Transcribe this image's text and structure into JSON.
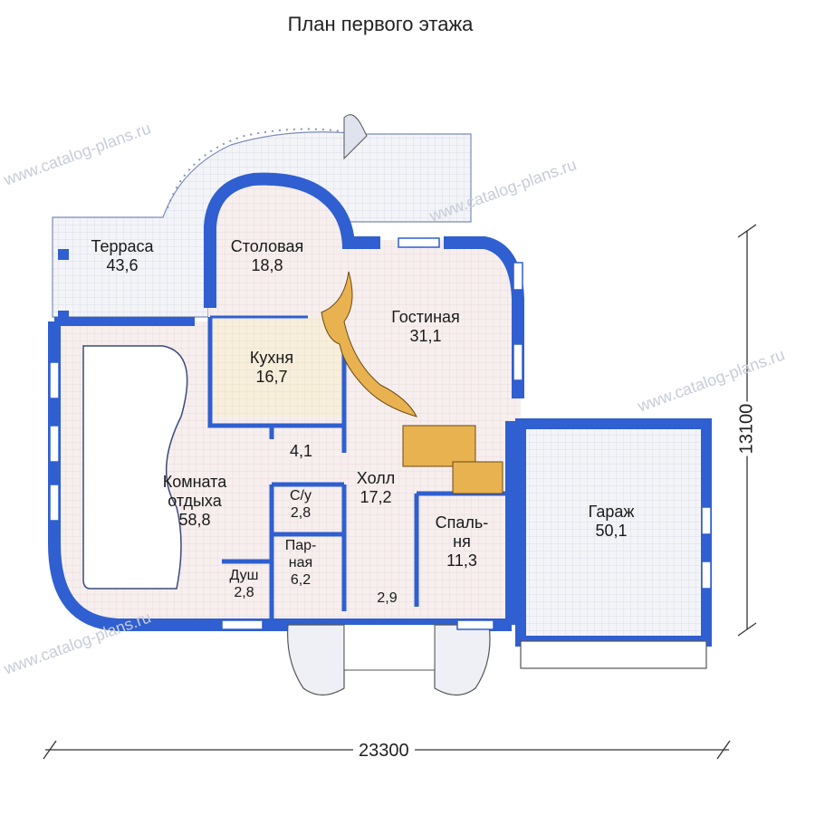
{
  "title": "План первого этажа",
  "rooms": [
    {
      "name": "Терраса",
      "area": "43,6"
    },
    {
      "name": "Столовая",
      "area": "18,8"
    },
    {
      "name": "Гостиная",
      "area": "31,1"
    },
    {
      "name": "Кухня",
      "area": "16,7"
    },
    {
      "name": "",
      "area": "4,1"
    },
    {
      "name": "Холл",
      "area": "17,2"
    },
    {
      "name": "Комната отдыха",
      "name_lines": [
        "Комната",
        "отдыха"
      ],
      "area": "58,8"
    },
    {
      "name": "С/у",
      "area": "2,8"
    },
    {
      "name": "Парная",
      "name_lines": [
        "Пар-",
        "ная"
      ],
      "area": "6,2"
    },
    {
      "name": "Душ",
      "area": "2,8"
    },
    {
      "name": "",
      "area": "2,9"
    },
    {
      "name": "Спальня",
      "name_lines": [
        "Спаль-",
        "ня"
      ],
      "area": "11,3"
    },
    {
      "name": "Гараж",
      "area": "50,1"
    }
  ],
  "dimensions": {
    "width": "23300",
    "depth": "13100"
  },
  "watermark": "www.catalog-plans.ru",
  "colors": {
    "wall": "#2f5fd0",
    "floor_grid": "#e9ecf3",
    "kitchen": "#f6eed8",
    "room": "#f6ecec",
    "stair": "#e7b04a"
  }
}
